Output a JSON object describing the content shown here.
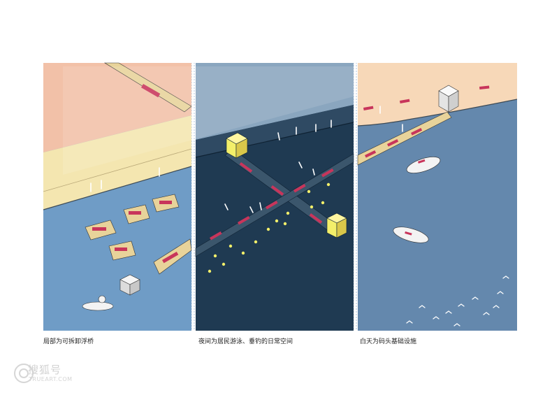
{
  "panels": [
    {
      "caption": "局部为可拆卸浮桥",
      "bg": "#6f9cc6",
      "bank_color": "#f2c1a8",
      "band_color": "#f4e6b0"
    },
    {
      "caption": "夜间为居民游泳、垂钓的日常空间",
      "bg": "#1f3a52",
      "bank_color": "#8aa6bf"
    },
    {
      "caption": "白天为码头基础设施",
      "bg": "#6488ad",
      "bank_color": "#f7d8b8"
    }
  ],
  "colors": {
    "accent": "#c8355b",
    "deck": "#e8d39a",
    "light": "#f3ef6a",
    "boat": "#f3f3f3"
  },
  "watermark": {
    "main": "搜狐号",
    "sub": "TRUEART.COM"
  }
}
